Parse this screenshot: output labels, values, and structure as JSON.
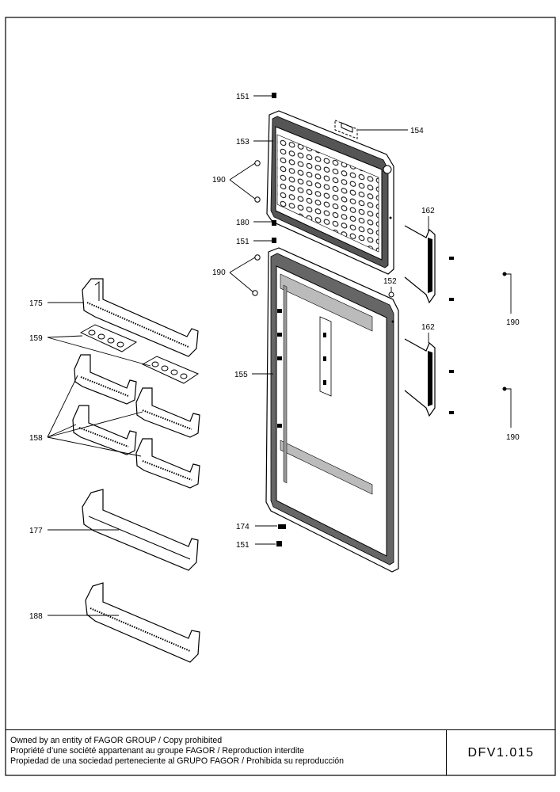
{
  "callouts": {
    "c151_top": "151",
    "c153": "153",
    "c154": "154",
    "c190_a": "190",
    "c180": "180",
    "c151_mid": "151",
    "c162_a": "162",
    "c190_b": "190",
    "c152": "152",
    "c190_r1": "190",
    "c175": "175",
    "c159": "159",
    "c162_b": "162",
    "c155": "155",
    "c158": "158",
    "c190_r2": "190",
    "c177": "177",
    "c174": "174",
    "c151_bot": "151",
    "c188": "188"
  },
  "footer": {
    "line1": "Owned by an entity of FAGOR GROUP / Copy prohibited",
    "line2": "Propriété d’une société appartenant au groupe FAGOR / Reproduction interdite",
    "line3": "Propiedad de una sociedad perteneciente al GRUPO FAGOR / Prohibida su reproducción",
    "doc_code": "DFV1.015"
  }
}
